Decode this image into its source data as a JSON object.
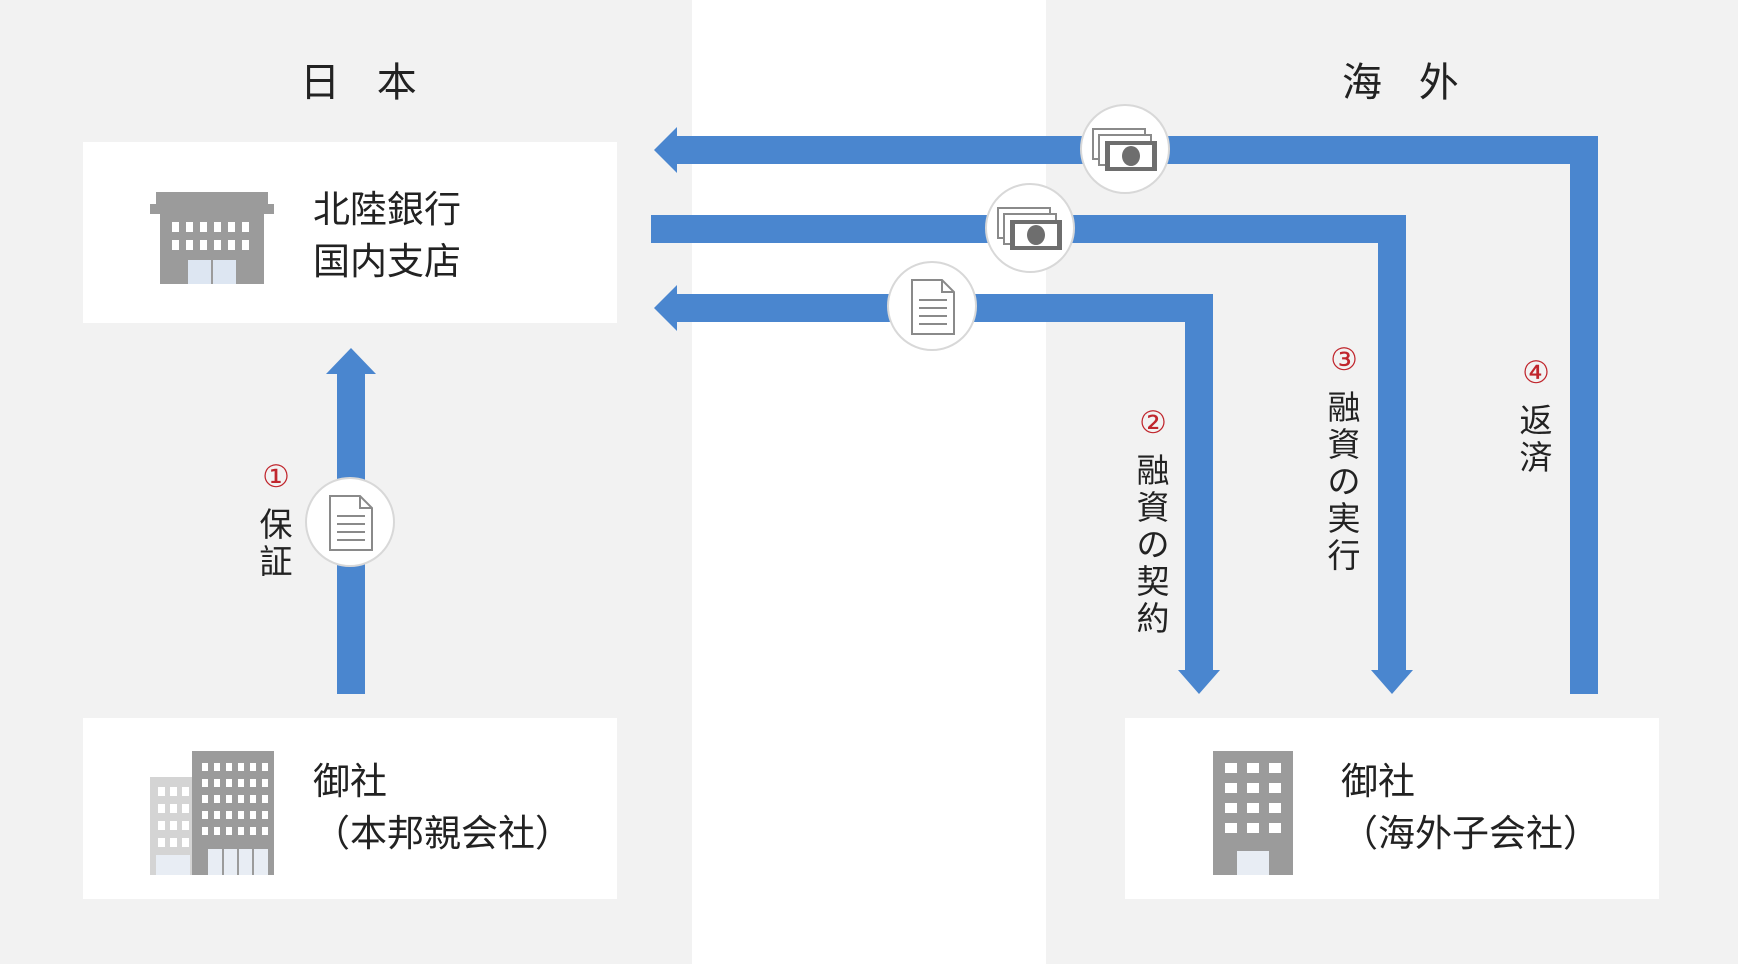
{
  "regions": {
    "japan": "日 本",
    "overseas": "海 外"
  },
  "boxes": {
    "bank": {
      "line1": "北陸銀行",
      "line2": "国内支店",
      "icon": "bank-building-icon"
    },
    "parent": {
      "line1": "御社",
      "line2": "（本邦親会社）",
      "icon": "office-buildings-icon"
    },
    "subsidiary": {
      "line1": "御社",
      "line2": "（海外子会社）",
      "icon": "office-building-icon"
    }
  },
  "steps": [
    {
      "number": "①",
      "label": "保証",
      "icon": "document-icon"
    },
    {
      "number": "②",
      "label": "融資の契約",
      "icon": "document-icon"
    },
    {
      "number": "③",
      "label": "融資の実行",
      "icon": "money-icon"
    },
    {
      "number": "④",
      "label": "返済",
      "icon": "money-icon"
    }
  ],
  "colors": {
    "arrow": "#4a86cf",
    "background": "#f2f2f2",
    "box": "#ffffff",
    "step_number": "#c0262d",
    "icon": "#9b9b9b"
  }
}
